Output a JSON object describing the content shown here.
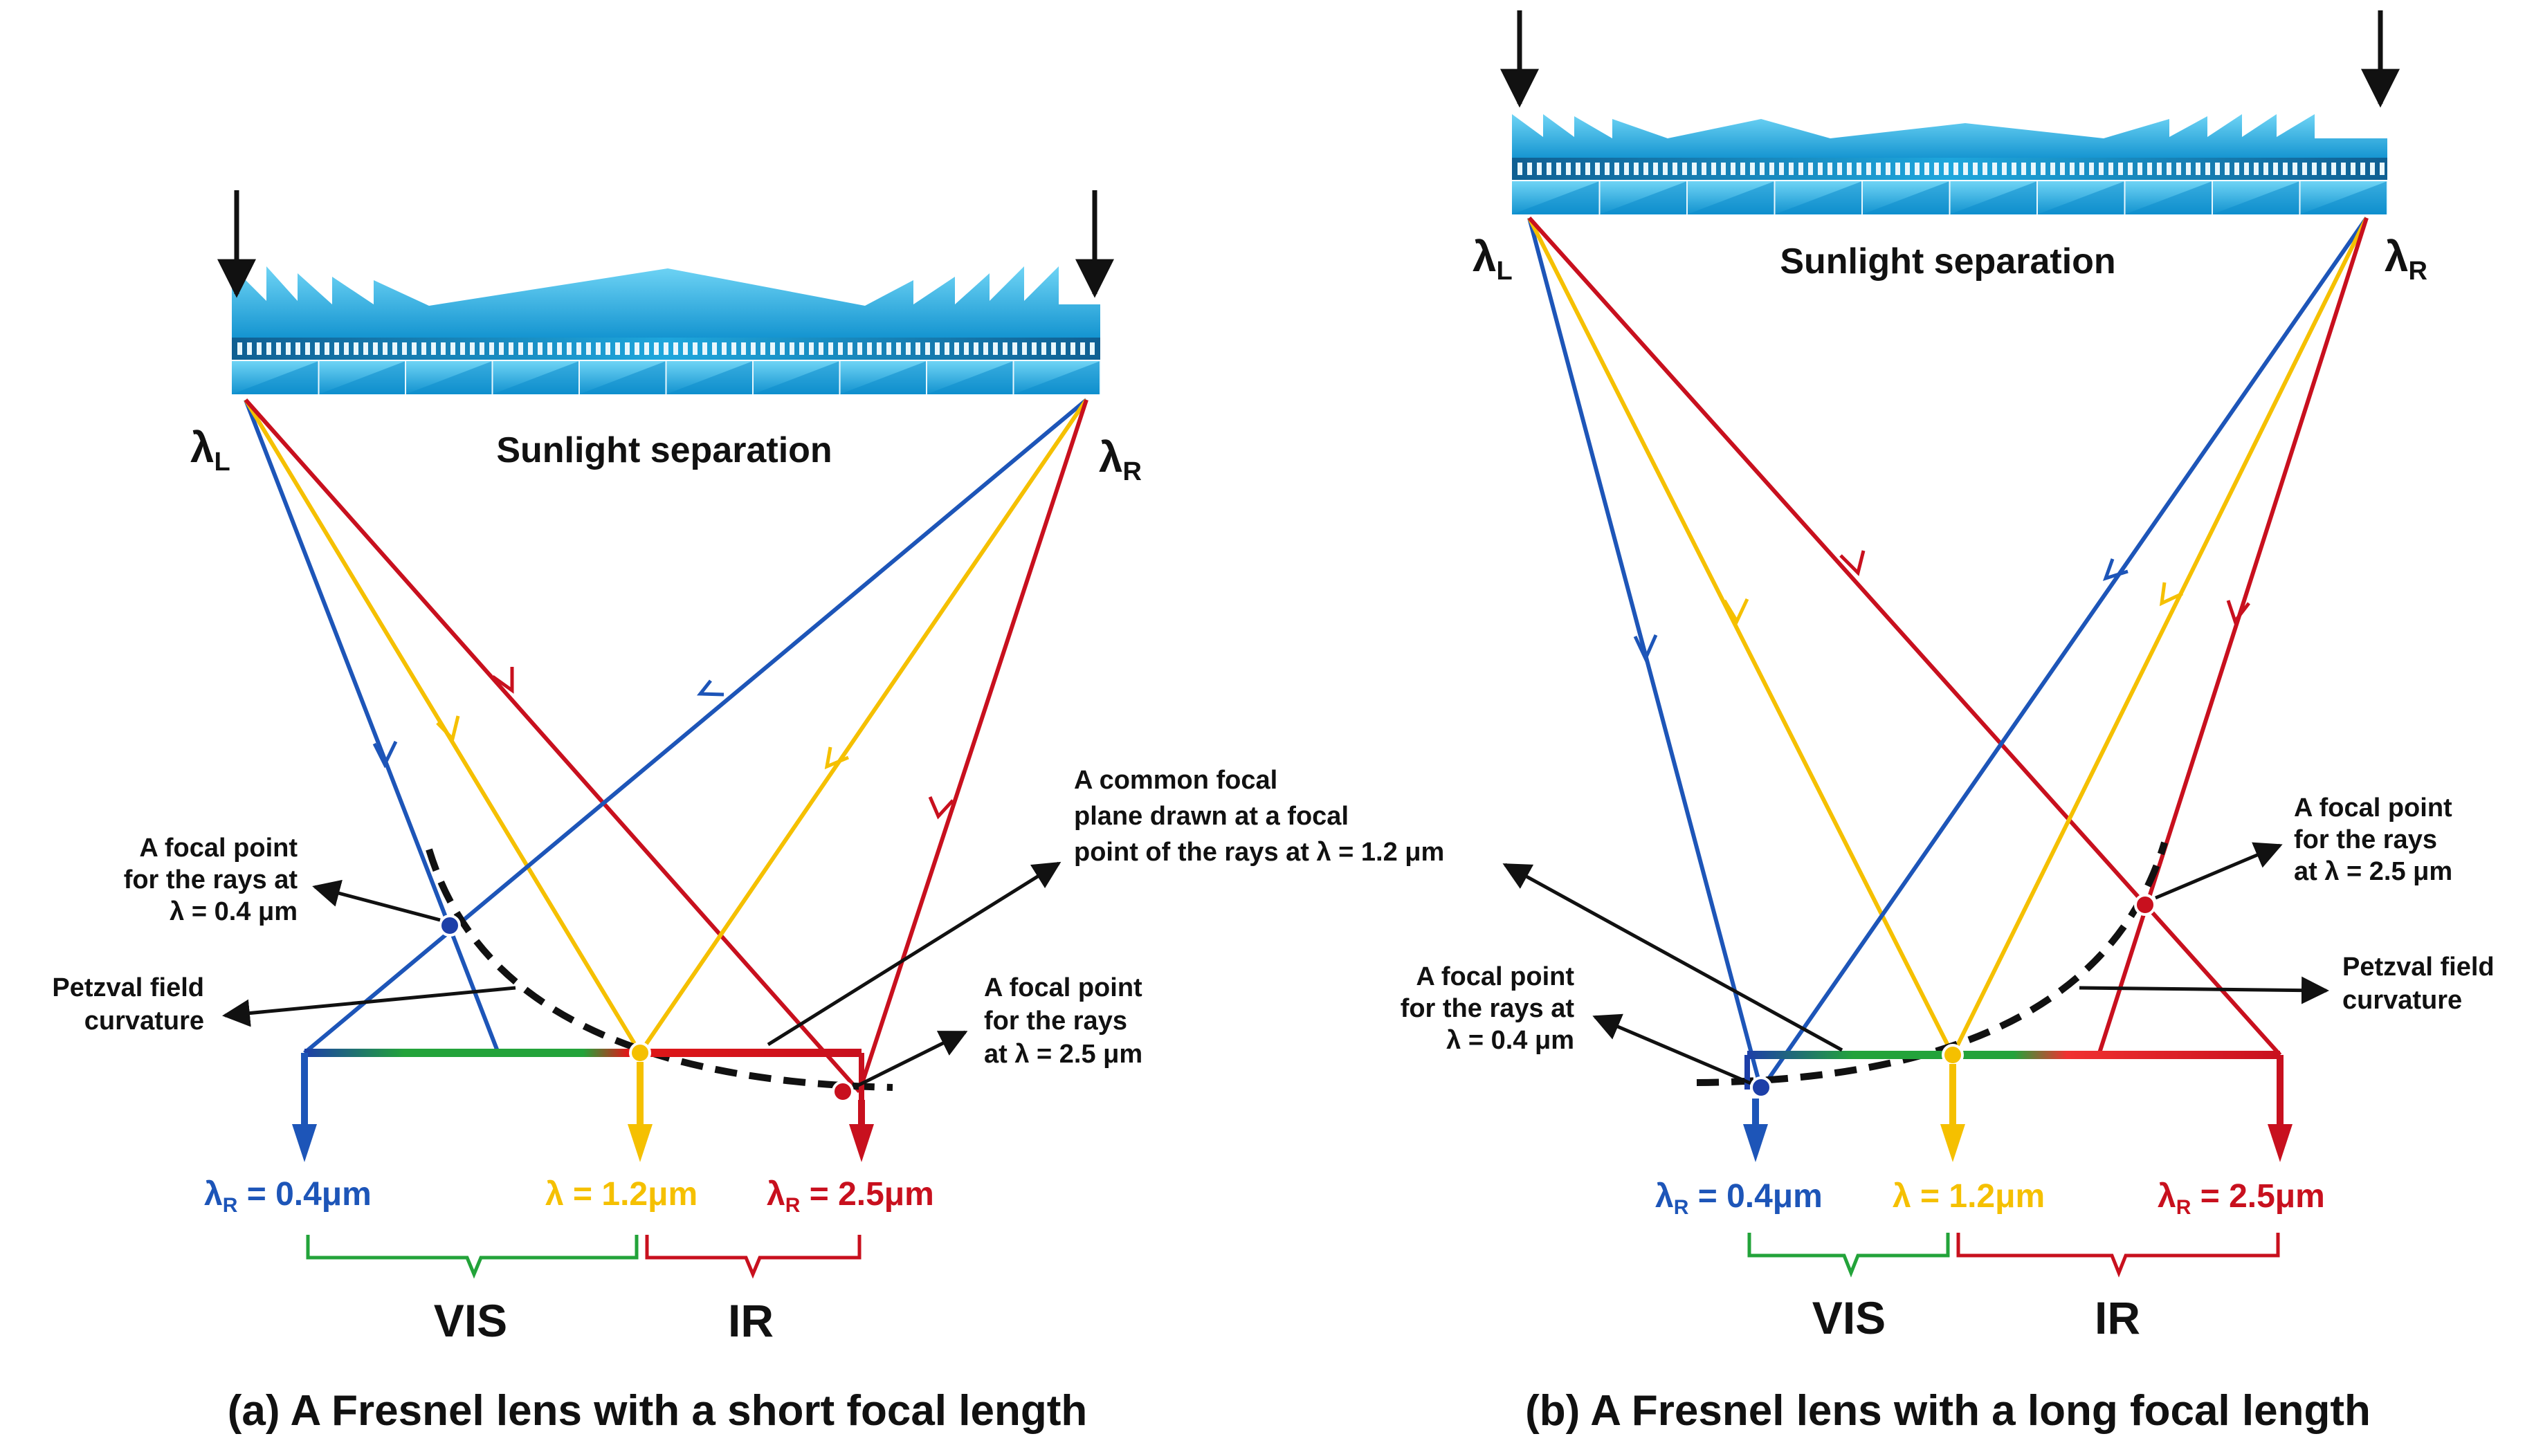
{
  "colors": {
    "blue": "#1d55b8",
    "yellow": "#f5c000",
    "red": "#c8101e",
    "green": "#23a33a",
    "lens": "#1aa8e0",
    "black": "#111111"
  },
  "panel_a": {
    "caption": "(a) A Fresnel lens with a short focal length",
    "lens_title": "Sunlight separation",
    "lambda_left": "λ",
    "lambda_left_sub": "L",
    "lambda_right": "λ",
    "lambda_right_sub": "R",
    "note_focal_04": [
      "A focal point",
      "for the rays at",
      "λ = 0.4 μm"
    ],
    "note_petzval": [
      "Petzval field",
      "curvature"
    ],
    "note_common_plane": [
      "A common focal",
      "plane drawn at a focal",
      "point of the rays at λ = 1.2 μm"
    ],
    "note_focal_25": [
      "A focal point",
      "for the rays",
      "at λ = 2.5 μm"
    ],
    "wl_blue": "λ",
    "wl_blue_sub": "R",
    "wl_blue_val": " = 0.4μm",
    "wl_yellow": "λ = 1.2μm",
    "wl_red": "λ",
    "wl_red_sub": "R",
    "wl_red_val": " = 2.5μm",
    "band_vis": "VIS",
    "band_ir": "IR"
  },
  "panel_b": {
    "caption": "(b) A Fresnel lens with a long focal length",
    "lens_title": "Sunlight separation",
    "lambda_left": "λ",
    "lambda_left_sub": "L",
    "lambda_right": "λ",
    "lambda_right_sub": "R",
    "note_focal_25": [
      "A focal point",
      "for the rays",
      "at λ = 2.5 μm"
    ],
    "note_focal_04": [
      "A focal point",
      "for the rays at",
      "λ = 0.4 μm"
    ],
    "note_petzval": [
      "Petzval field",
      "curvature"
    ],
    "wl_blue": "λ",
    "wl_blue_sub": "R",
    "wl_blue_val": " = 0.4μm",
    "wl_yellow": "λ = 1.2μm",
    "wl_red": "λ",
    "wl_red_sub": "R",
    "wl_red_val": " = 2.5μm",
    "band_vis": "VIS",
    "band_ir": "IR"
  }
}
